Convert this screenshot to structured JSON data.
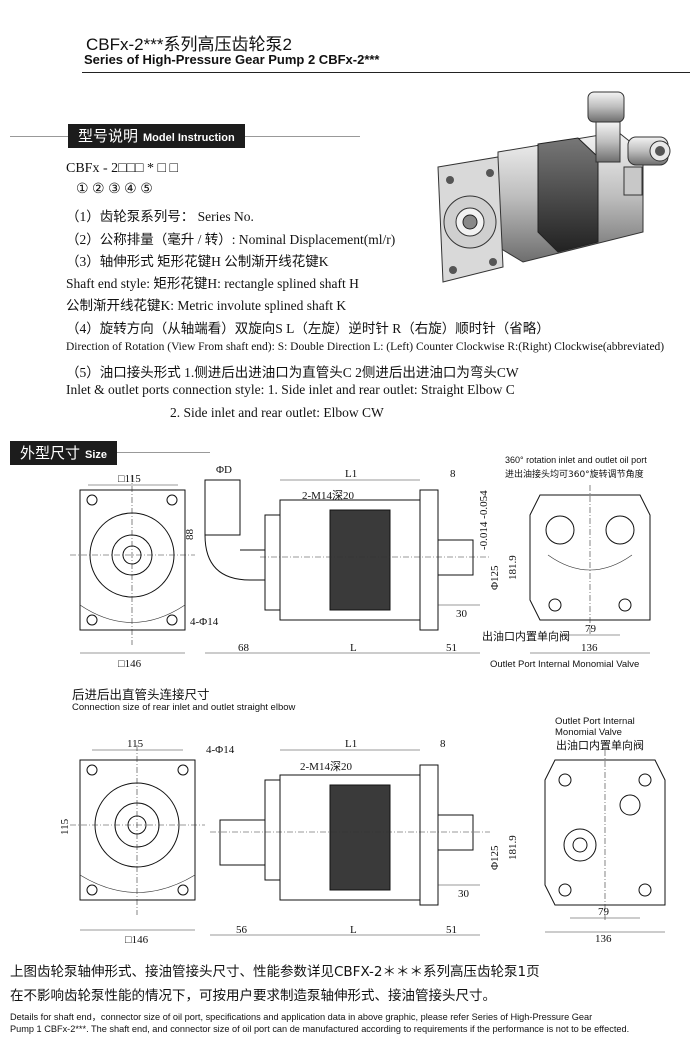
{
  "header": {
    "title_cn": "CBFx-2***系列高压齿轮泵2",
    "title_en": "Series of High-Pressure Gear Pump 2 CBFx-2***"
  },
  "model": {
    "tab_cn": "型号说明",
    "tab_en": "Model Instruction",
    "code": "CBFx  -  2□□□    *   □   □",
    "code_index": "①           ②           ③   ④   ⑤",
    "lines": [
      "（1）齿轮泵系列号：  Series No.",
      "（2）公称排量（毫升 / 转）: Nominal Displacement(ml/r)",
      "（3）轴伸形式  矩形花键H  公制渐开线花键K",
      "Shaft end style: 矩形花键H: rectangle splined shaft H",
      "公制渐开线花键K: Metric involute splined shaft K",
      "（4）旋转方向（从轴端看）双旋向S  L（左旋）逆时针 R（右旋）顺时针（省略）",
      "Direction of Rotation (View From shaft end):  S: Double Direction   L: (Left) Counter Clockwise  R:(Right) Clockwise(abbreviated)",
      "（5）油口接头形式 1.侧进后出进油口为直管头C  2侧进后出进油口为弯头CW",
      "Inlet & outlet ports connection style: 1. Side inlet and rear outlet: Straight Elbow C",
      "2. Side inlet and rear outlet: Elbow CW"
    ]
  },
  "size": {
    "tab_cn": "外型尺寸",
    "tab_en": "Size",
    "rotation_note_en": "360°  rotation inlet and outlet oil port",
    "rotation_note_cn": "进出油接头均可360°旋转调节角度",
    "outlet_valve_en": "Outlet Port Internal Monomial Valve",
    "outlet_valve_cn": "出油口内置单向阀",
    "sub_cn": "后进后出直管头连接尺寸",
    "sub_en": "Connection size of rear inlet and outlet straight elbow",
    "outlet_valve_en_2a": "Outlet Port Internal",
    "outlet_valve_en_2b": "Monomial Valve",
    "dims_top": {
      "d115": "□115",
      "d146": "□146",
      "phiD": "ΦD",
      "d88": "88",
      "L1": "L1",
      "d8": "8",
      "m14": "2-M14深20",
      "phi14": "4-Φ14",
      "tol": "-0.014\n-0.054",
      "phi125": "Φ125",
      "d1819": "181.9",
      "d30": "30",
      "d68": "68",
      "L": "L",
      "d51": "51",
      "d79": "79",
      "d136": "136"
    },
    "dims_bot": {
      "d115": "115",
      "d115v": "115",
      "d146": "□146",
      "phi14": "4-Φ14",
      "L1": "L1",
      "d8": "8",
      "m14": "2-M14深20",
      "phi125": "Φ125",
      "d1819": "181.9",
      "d30": "30",
      "d56": "56",
      "L": "L",
      "d51": "51",
      "d79": "79",
      "d136": "136"
    }
  },
  "footer": {
    "cn1": "上图齿轮泵轴伸形式、接油管接头尺寸、性能参数详见CBFX-2＊＊＊系列高压齿轮泵1页",
    "cn2": "在不影响齿轮泵性能的情况下，可按用户要求制造泵轴伸形式、接油管接头尺寸。",
    "en1": "Details for shaft end，connector size of oil port, specifications and application data in above graphic, please refer Series of High-Pressure Gear",
    "en2": "Pump 1 CBFx-2***. The shaft end, and connector size of oil port can de manufactured according to requirements if the performance is not to be effected."
  }
}
